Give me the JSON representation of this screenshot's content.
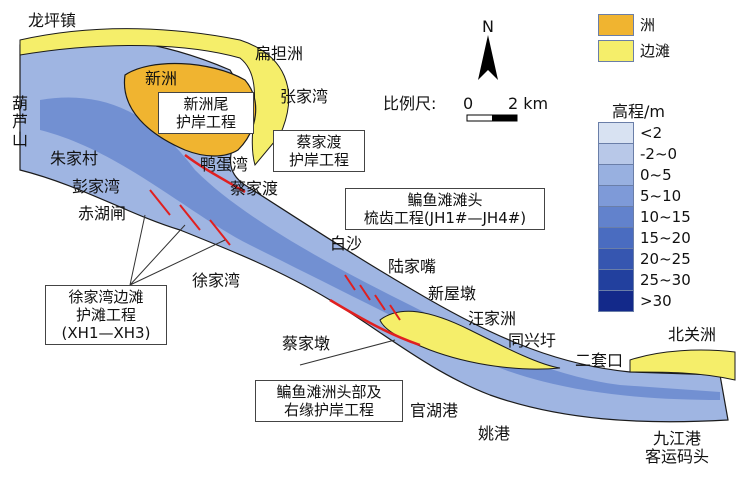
{
  "places": {
    "longping": "龙坪镇",
    "hulu": "葫\n芦\n山",
    "xinzhou": "新洲",
    "biandanzhou": "扁担洲",
    "zhangjiawan": "张家湾",
    "zhujiacun": "朱家村",
    "pengjiawan": "彭家湾",
    "chihuzha": "赤湖闸",
    "xujiawan": "徐家湾",
    "yadanwan": "鸭蛋湾",
    "caijiadu": "蔡家渡",
    "baisha": "白沙",
    "lujiazui": "陆家嘴",
    "xinwudun": "新屋墩",
    "wangjiazhou": "汪家洲",
    "tongxingyu": "同兴圩",
    "ertaokou": "二套口",
    "beiguanzhou": "北关洲",
    "caijiadun": "蔡家墩",
    "guanhugang": "官湖港",
    "yaogang": "姚港",
    "jiujiang": "九江港\n客运码头"
  },
  "callouts": {
    "xinzhouwei": "新洲尾\n护岸工程",
    "caijiadu_work": "蔡家渡\n护岸工程",
    "bianyu_head": "鳊鱼滩滩头\n梳齿工程(JH1#—JH4#)",
    "xujiawan_work": "徐家湾边滩\n护滩工程\n(XH1—XH3)",
    "bianyu_zhou": "鳊鱼滩洲头部及\n右缘护岸工程"
  },
  "north": "N",
  "scale": {
    "label": "比例尺:",
    "zero": "0",
    "two": "2 km"
  },
  "legend_land": [
    {
      "label": "洲",
      "color": "#f0b430"
    },
    {
      "label": "边滩",
      "color": "#f5ee6a"
    }
  ],
  "legend_elev": {
    "title": "高程/m",
    "items": [
      {
        "label": "<2",
        "color": "#d8e2f2"
      },
      {
        "label": "-2~0",
        "color": "#b8c8e8"
      },
      {
        "label": "0~5",
        "color": "#98b0e0"
      },
      {
        "label": "5~10",
        "color": "#7e9ad8"
      },
      {
        "label": "10~15",
        "color": "#6282cc"
      },
      {
        "label": "15~20",
        "color": "#4a6cc0"
      },
      {
        "label": "20~25",
        "color": "#3656b0"
      },
      {
        "label": "25~30",
        "color": "#22409e"
      },
      {
        "label": ">30",
        "color": "#13298a"
      }
    ]
  }
}
